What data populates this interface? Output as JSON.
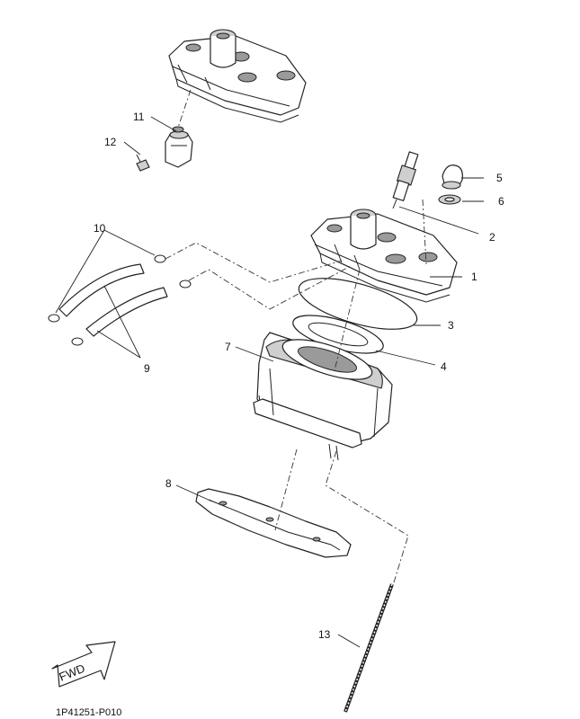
{
  "callouts": [
    {
      "id": "1",
      "label": "1"
    },
    {
      "id": "2",
      "label": "2"
    },
    {
      "id": "3",
      "label": "3"
    },
    {
      "id": "4",
      "label": "4"
    },
    {
      "id": "5",
      "label": "5"
    },
    {
      "id": "6",
      "label": "6"
    },
    {
      "id": "7",
      "label": "7"
    },
    {
      "id": "8",
      "label": "8"
    },
    {
      "id": "9",
      "label": "9"
    },
    {
      "id": "10",
      "label": "10"
    },
    {
      "id": "11",
      "label": "11"
    },
    {
      "id": "12",
      "label": "12"
    },
    {
      "id": "13",
      "label": "13"
    }
  ],
  "fwd_label": "FWD",
  "diagram_code": "1P41251-P010"
}
